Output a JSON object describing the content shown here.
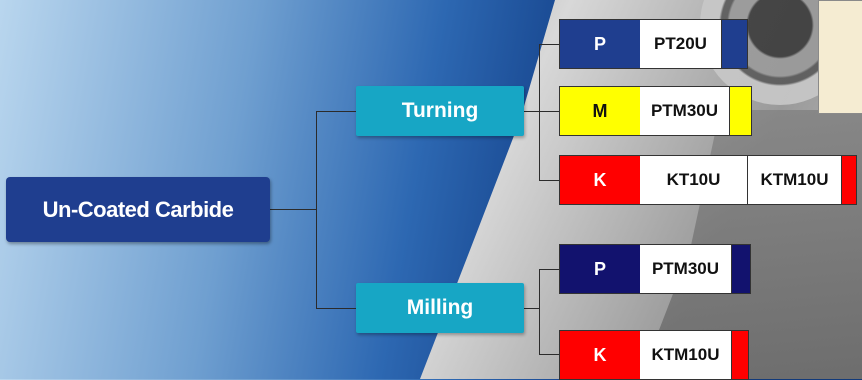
{
  "root": {
    "label": "Un-Coated Carbide"
  },
  "processes": [
    {
      "label": "Turning",
      "grades": [
        {
          "iso": "P",
          "color": "#1f3e8f",
          "text_color": "#ffffff",
          "codes": [
            "PT20U"
          ]
        },
        {
          "iso": "M",
          "color": "#ffff00",
          "text_color": "#111111",
          "codes": [
            "PTM30U"
          ]
        },
        {
          "iso": "K",
          "color": "#ff0000",
          "text_color": "#ffffff",
          "codes": [
            "KT10U",
            "KTM10U"
          ]
        }
      ]
    },
    {
      "label": "Milling",
      "grades": [
        {
          "iso": "P",
          "color": "#12126e",
          "text_color": "#ffffff",
          "codes": [
            "PTM30U"
          ]
        },
        {
          "iso": "K",
          "color": "#ff0000",
          "text_color": "#ffffff",
          "codes": [
            "KTM10U"
          ]
        }
      ]
    }
  ],
  "colors": {
    "root": "#1f3e8f",
    "process": "#17a6c5",
    "connector": "#2b2b2b"
  }
}
